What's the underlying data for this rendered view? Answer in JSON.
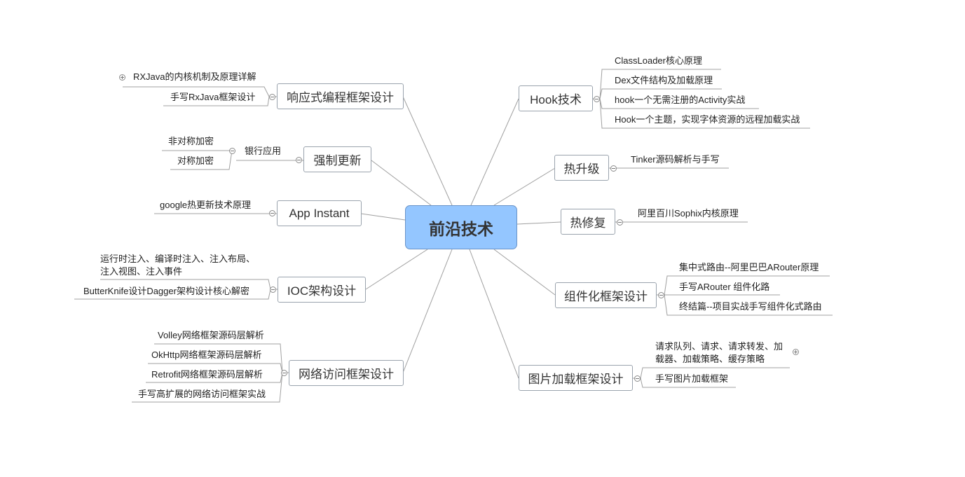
{
  "central": "前沿技术",
  "left": {
    "reactive": {
      "label": "响应式编程框架设计",
      "leaves": [
        "RXJava的内核机制及原理详解",
        "手写RxJava框架设计"
      ]
    },
    "force_update": {
      "label": "强制更新",
      "sub": "银行应用",
      "leaves": [
        "非对称加密",
        "对称加密"
      ]
    },
    "app_instant": {
      "label": "App Instant",
      "leaves": [
        "google热更新技术原理"
      ]
    },
    "ioc": {
      "label": "IOC架构设计",
      "leaves": [
        "运行时注入、编译时注入、注入布局、注入视图、注入事件",
        "ButterKnife设计Dagger架构设计核心解密"
      ]
    },
    "network": {
      "label": "网络访问框架设计",
      "leaves": [
        "Volley网络框架源码层解析",
        "OkHttp网络框架源码层解析",
        "Retrofit网络框架源码层解析",
        "手写高扩展的网络访问框架实战"
      ]
    }
  },
  "right": {
    "hook": {
      "label": "Hook技术",
      "leaves": [
        "ClassLoader核心原理",
        "Dex文件结构及加载原理",
        "hook一个无需注册的Activity实战",
        "Hook一个主题，实现字体资源的远程加载实战"
      ]
    },
    "hot_upgrade": {
      "label": "热升级",
      "leaves": [
        "Tinker源码解析与手写"
      ]
    },
    "hot_fix": {
      "label": "热修复",
      "leaves": [
        "阿里百川Sophix内核原理"
      ]
    },
    "component": {
      "label": "组件化框架设计",
      "leaves": [
        "集中式路由--阿里巴巴ARouter原理",
        "手写ARouter 组件化路",
        "终结篇--项目实战手写组件化式路由"
      ]
    },
    "image": {
      "label": "图片加载框架设计",
      "leaves": [
        "请求队列、请求、请求转发、加载器、加载策略、缓存策略",
        "手写图片加载框架"
      ]
    }
  },
  "colors": {
    "central_fill": "#94c6ff",
    "line": "#999999"
  }
}
